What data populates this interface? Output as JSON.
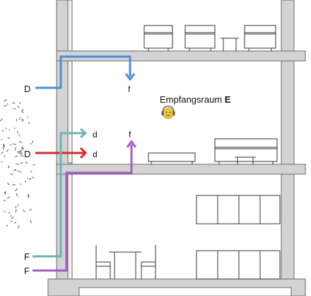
{
  "labels": {
    "inlet_d_upper": "D",
    "inlet_d_lower": "D",
    "inlet_f_upper": "F",
    "inlet_f_lower": "F",
    "outlet_f_upper": "f",
    "outlet_f_lower": "f",
    "outlet_d_upper": "d",
    "outlet_d_lower": "d",
    "room_name": "Empfangsraum",
    "room_letter": "E"
  },
  "icons": {
    "room_face": "smiling-face-with-headphones-icon"
  },
  "colors": {
    "line_blue": "#4a8fd6",
    "line_red": "#d62a2a",
    "line_teal": "#6fb3b3",
    "line_purple": "#a45cc4",
    "wall_gray": "#d3d3d3",
    "wall_outline": "#6a6a6a"
  }
}
